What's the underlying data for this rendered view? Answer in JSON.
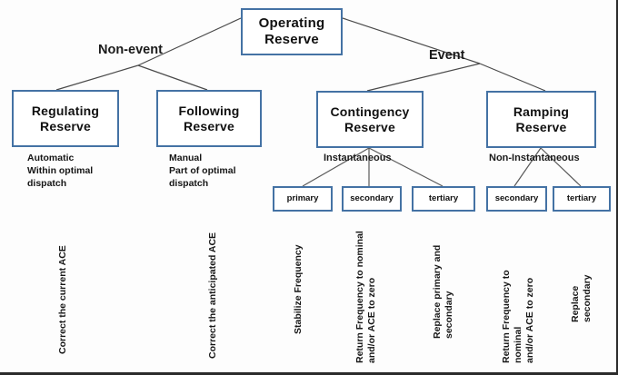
{
  "diagram": {
    "title": "Operating Reserve classification tree",
    "accent_border": "#4472a4",
    "root": {
      "label": "Operating\nReserve"
    },
    "branch_labels": {
      "left": "Non-event",
      "right": "Event"
    },
    "level2": [
      {
        "label": "Regulating\nReserve"
      },
      {
        "label": "Following\nReserve"
      },
      {
        "label": "Contingency\nReserve"
      },
      {
        "label": "Ramping\nReserve"
      }
    ],
    "descriptions": [
      {
        "text": "Automatic\nWithin optimal\ndispatch"
      },
      {
        "text": "Manual\nPart of optimal\ndispatch"
      }
    ],
    "group_labels": [
      {
        "text": "Instantaneous"
      },
      {
        "text": "Non-Instantaneous"
      }
    ],
    "leaves": [
      {
        "label": "primary"
      },
      {
        "label": "secondary"
      },
      {
        "label": "tertiary"
      },
      {
        "label": "secondary"
      },
      {
        "label": "tertiary"
      }
    ],
    "vertical_labels": [
      {
        "text": "Correct the current ACE"
      },
      {
        "text": "Correct the anticipated ACE"
      },
      {
        "text": "Stabilize Frequency"
      },
      {
        "text": "Return Frequency to nominal\nand/or ACE to zero"
      },
      {
        "text": "Replace primary and\nsecondary"
      },
      {
        "text": "Return Frequency to nominal\nand/or ACE to zero"
      },
      {
        "text": "Replace secondary"
      }
    ]
  }
}
